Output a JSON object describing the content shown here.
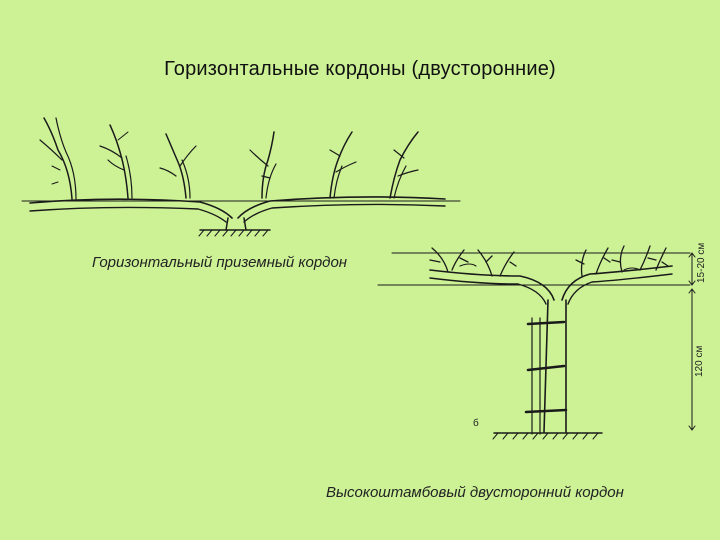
{
  "title": "Горизонтальные кордоны (двусторонние)",
  "caption_low": "Горизонтальный приземный кордон",
  "caption_high": "Высокоштамбовый двусторонний кордон",
  "label_b": "б",
  "dim_top": "15-20 см",
  "dim_bottom": "120 см",
  "colors": {
    "background": "#ccf295",
    "ink": "#1a1a1a"
  }
}
